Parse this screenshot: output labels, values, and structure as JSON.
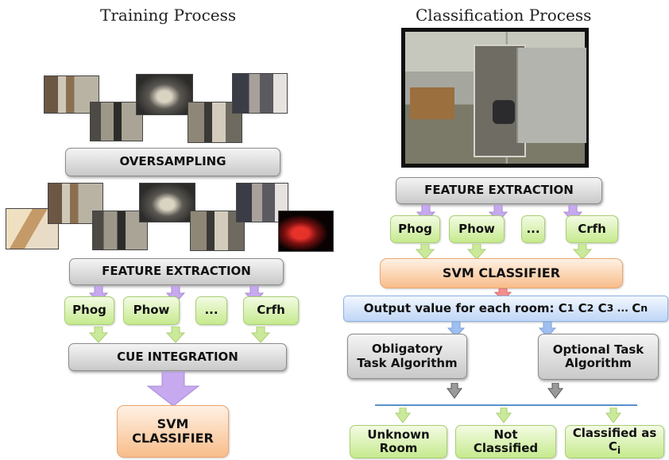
{
  "titles": {
    "training": "Training Process",
    "classification": "Classification Process"
  },
  "training": {
    "oversampling": "OVERSAMPLING",
    "feature_extraction": "FEATURE EXTRACTION",
    "features": [
      "Phog",
      "Phow",
      "...",
      "Crfh"
    ],
    "cue_integration": "CUE INTEGRATION",
    "svm_line1": "SVM",
    "svm_line2": "CLASSIFIER"
  },
  "classification": {
    "feature_extraction": "FEATURE EXTRACTION",
    "features": [
      "Phog",
      "Phow",
      "...",
      "Crfh"
    ],
    "svm": "SVM CLASSIFIER",
    "output_text": "Output value for each room: ",
    "output_seq": [
      "C",
      "1",
      " C",
      "2",
      " C",
      "3",
      " ... ",
      "C",
      "n"
    ],
    "obligatory_line1": "Obligatory",
    "obligatory_line2": "Task Algorithm",
    "optional_line1": "Optional Task",
    "optional_line2": "Algorithm",
    "results": {
      "unknown_line1": "Unknown",
      "unknown_line2": "Room",
      "not_line1": "Not",
      "not_line2": "Classified",
      "classified_line1": "Classified as",
      "classified_main": "C",
      "classified_sub": "i"
    }
  },
  "colors": {
    "purple_arrow": "#c6a9ee",
    "green_arrow": "#cbe99a",
    "blue_arrow": "#9fbff0",
    "red_arrow": "#f48e8e",
    "gray_arrow": "#9a9a9a",
    "divider": "#5b8fc9"
  }
}
